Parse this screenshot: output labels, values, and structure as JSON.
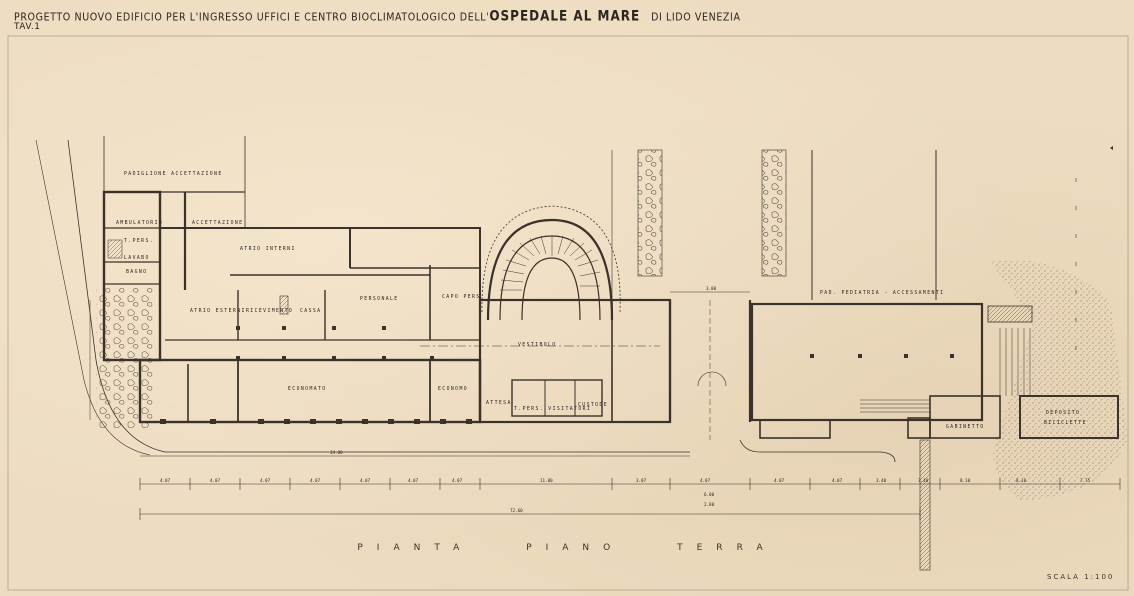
{
  "title": {
    "main": "PROGETTO NUOVO EDIFICIO PER L'INGRESSO UFFICI E CENTRO BIOCLIMATOLOGICO DELL'",
    "highlight": "OSPEDALE AL MARE",
    "suffix": "DI LIDO VENEZIA",
    "sheet": "TAV.1"
  },
  "plan_caption": {
    "words": [
      "PIANTA",
      "PIANO",
      "TERRA"
    ]
  },
  "scale_label": "SCALA 1:100",
  "rooms": {
    "padiglione": "PADIGLIONE ACCETTAZIONE",
    "accettazione": "ACCETTAZIONE",
    "ambulatorio": "AMBULATORIO",
    "t_pers": "T.PERS.",
    "lavabo": "LAVABO",
    "bagno": "BAGNO",
    "atrio_interni": "ATRIO INTERNI",
    "atrio_esterni": "ATRIO ESTERNI",
    "ricevimento": "RICEVIMENTO",
    "cassa": "CASSA",
    "personale": "PERSONALE",
    "capo_pers": "CAPO PERS.",
    "vestibolo": "VESTIBOLO",
    "economato": "ECONOMATO",
    "economo": "ECONOMO",
    "attesa": "ATTESA",
    "sosta_visitatori": "T.PERS. VISITATORI",
    "custode": "CUSTODE",
    "pad_pediatrico": "PAD. PEDIATRIA - ACCESSAMENTI",
    "deposito_biciclette": [
      "DEPOSITO",
      "BICICLETTE"
    ],
    "gabinetto": "GABINETTO"
  },
  "dimensions": {
    "overall": "72.60",
    "lower_left": "34.00",
    "spans": [
      "4.07",
      "4.07",
      "4.07",
      "4.07",
      "4.07",
      "4.07",
      "4.07",
      "11.00",
      "3.07",
      "4.07",
      "4.07",
      "4.07",
      "3.40",
      "3.40"
    ],
    "right_spans": [
      "8.10",
      "8.10",
      "7.75"
    ],
    "mid_small": [
      "3.00",
      "6.00",
      "2.80"
    ]
  },
  "palette": {
    "paper": "#eddcc0",
    "ink": "#2b2520",
    "wall": "#3a322b",
    "hatch": "#6b5e4f"
  }
}
